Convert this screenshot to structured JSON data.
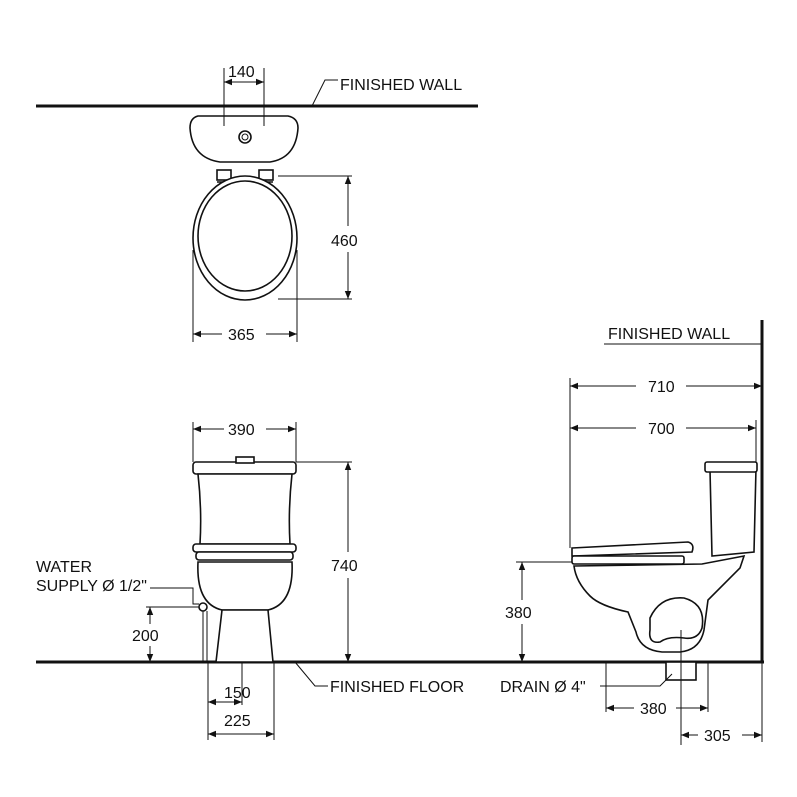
{
  "labels": {
    "finished_wall_top": "FINISHED  WALL",
    "finished_wall_side": "FINISHED  WALL",
    "finished_floor": "FINISHED  FLOOR",
    "water_supply_line1": "WATER",
    "water_supply_line2": "SUPPLY  Ø 1/2\"",
    "drain": "DRAIN  Ø 4\""
  },
  "dimensions": {
    "top_inlet_width": "140",
    "top_seat_depth": "460",
    "top_seat_width": "365",
    "front_width": "390",
    "front_height": "740",
    "water_supply_height": "200",
    "front_base_150": "150",
    "front_base_225": "225",
    "side_overall_710": "710",
    "side_overall_700": "700",
    "side_seat_height": "380",
    "side_drain_380": "380",
    "side_drain_305": "305"
  }
}
